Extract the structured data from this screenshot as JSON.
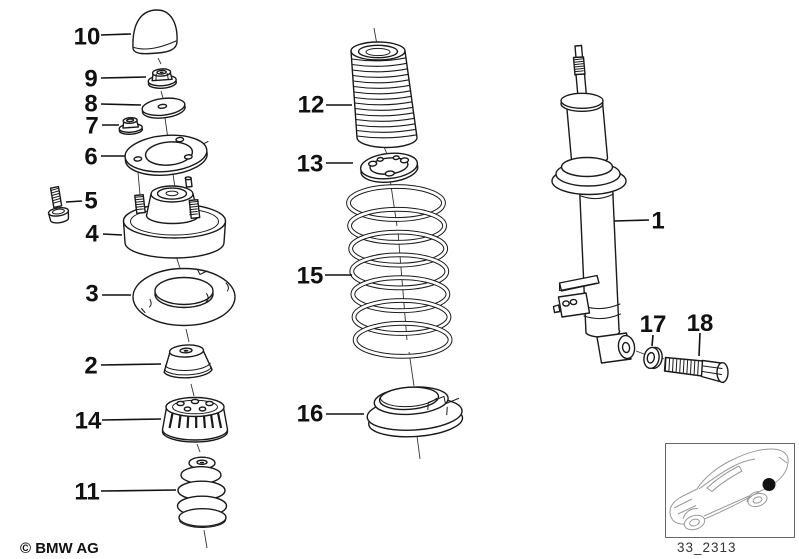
{
  "footer": {
    "copyright": "© BMW AG"
  },
  "inset": {
    "code": "33_2313",
    "thumbnail": "car-rear-axle-location-thumbnail"
  },
  "parts": {
    "p1": {
      "label": "1",
      "drawing": "shock-absorber-strut"
    },
    "p2": {
      "label": "2",
      "drawing": "support-cup"
    },
    "p3": {
      "label": "3",
      "drawing": "upper-spring-pad-ring"
    },
    "p4": {
      "label": "4",
      "drawing": "upper-strut-mount"
    },
    "p5": {
      "label": "5",
      "drawing": "hex-bolt-short"
    },
    "p6": {
      "label": "6",
      "drawing": "mounting-plate-ring"
    },
    "p7": {
      "label": "7",
      "drawing": "flanged-nut-small"
    },
    "p8": {
      "label": "8",
      "drawing": "washer"
    },
    "p9": {
      "label": "9",
      "drawing": "flanged-nut"
    },
    "p10": {
      "label": "10",
      "drawing": "dome-cap"
    },
    "p11": {
      "label": "11",
      "drawing": "rubber-bump-stop"
    },
    "p12": {
      "label": "12",
      "drawing": "protective-gaiter-tube"
    },
    "p13": {
      "label": "13",
      "drawing": "spring-retainer-ring"
    },
    "p14": {
      "label": "14",
      "drawing": "ribbed-rubber-mount"
    },
    "p15": {
      "label": "15",
      "drawing": "coil-spring"
    },
    "p16": {
      "label": "16",
      "drawing": "lower-spring-pad"
    },
    "p17": {
      "label": "17",
      "drawing": "washer-small"
    },
    "p18": {
      "label": "18",
      "drawing": "hex-bolt-long"
    }
  }
}
